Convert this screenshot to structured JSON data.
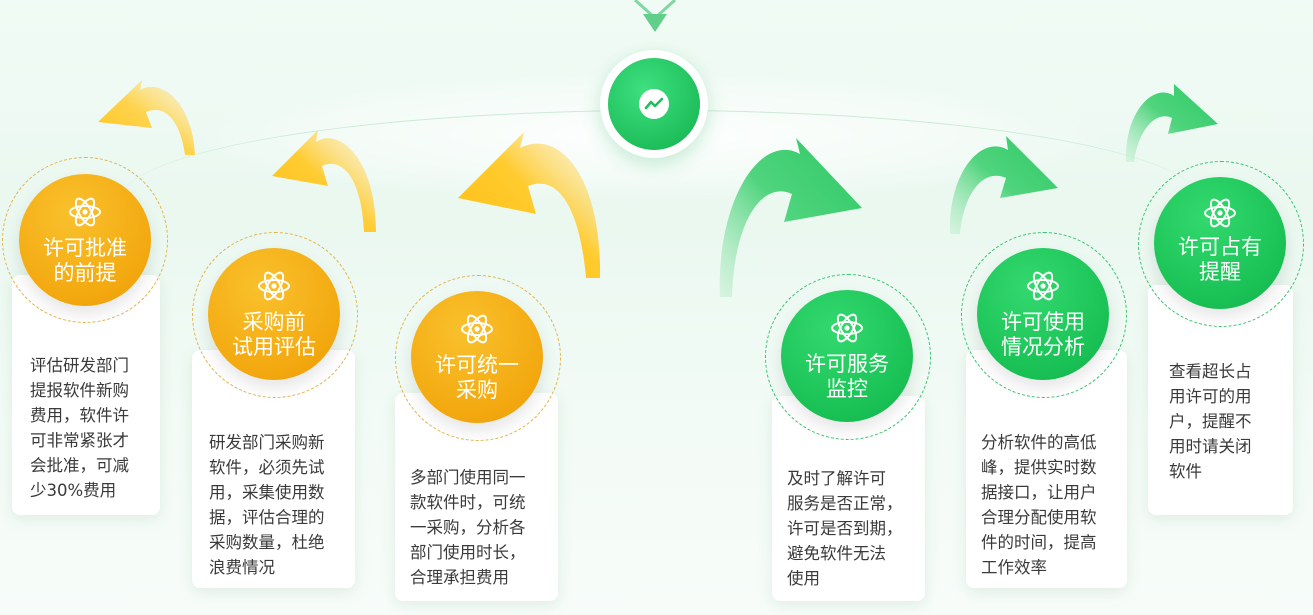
{
  "colors": {
    "orange": "#f3a80f",
    "green": "#19c155",
    "text": "#3a3a3a"
  },
  "center_icon": "trend-line-icon",
  "node_icon": "atom-icon",
  "steps": [
    {
      "title": "许可批准\n的前提",
      "desc": "评估研发部门\n提报软件新购\n费用，软件许\n可非常紧张才\n会批准，可减\n少30%费用",
      "color": "orange"
    },
    {
      "title": "采购前\n试用评估",
      "desc": "研发部门采购新\n软件，必须先试\n用，采集使用数\n据，评估合理的\n采购数量，杜绝\n浪费情况",
      "color": "orange"
    },
    {
      "title": "许可统一\n采购",
      "desc": "多部门使用同一\n款软件时，可统\n一采购，分析各\n部门使用时长，\n合理承担费用",
      "color": "orange"
    },
    {
      "title": "许可服务\n监控",
      "desc": "及时了解许可\n服务是否正常，\n许可是否到期，\n避免软件无法\n使用",
      "color": "green"
    },
    {
      "title": "许可使用\n情况分析",
      "desc": "分析软件的高低\n峰，提供实时数\n据接口，让用户\n合理分配使用软\n件的时间，提高\n工作效率",
      "color": "green"
    },
    {
      "title": "许可占有\n提醒",
      "desc": "查看超长占\n用许可的用\n户，提醒不\n用时请关闭\n软件",
      "color": "green"
    }
  ]
}
